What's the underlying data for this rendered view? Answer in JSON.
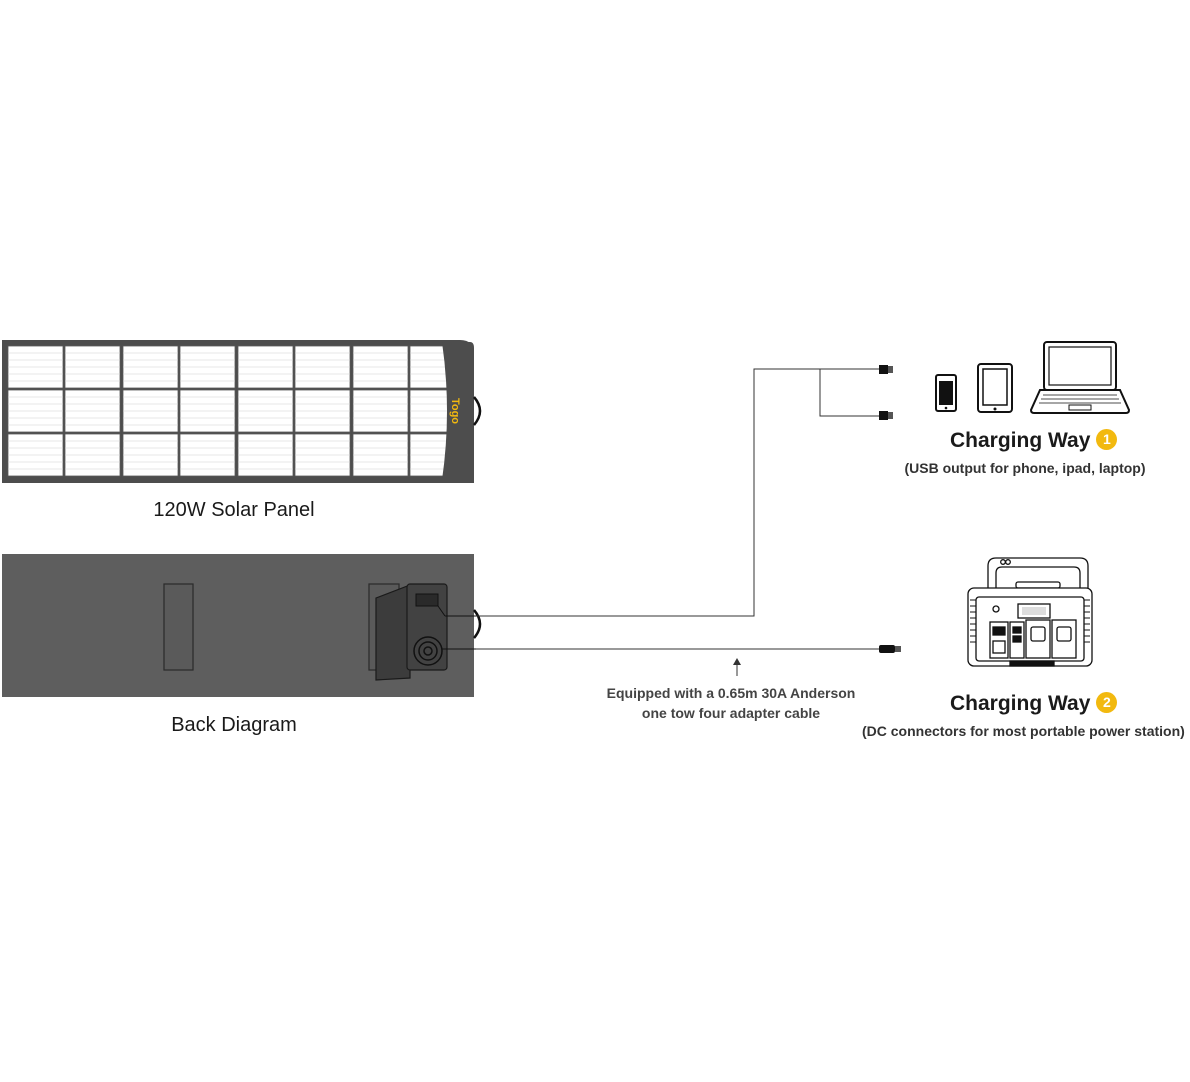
{
  "solar_panel": {
    "front_caption": "120W Solar Panel",
    "back_caption": "Back Diagram",
    "brand_logo": "Togo",
    "colors": {
      "frame": "#4d4d4d",
      "cell_border": "#5a5a5a",
      "back": "#5e5e5e"
    }
  },
  "cable_note": {
    "line1": "Equipped with a 0.65m 30A Anderson",
    "line2": "one tow four adapter cable"
  },
  "charging_way_1": {
    "title": "Charging Way",
    "number": "1",
    "subtitle": "(USB output for phone, ipad, laptop)",
    "devices": [
      "phone-icon",
      "tablet-icon",
      "laptop-icon"
    ]
  },
  "charging_way_2": {
    "title": "Charging Way",
    "number": "2",
    "subtitle": "(DC connectors for most portable power station)",
    "devices": [
      "power-station-icon"
    ]
  },
  "accent_color": "#f2b90f"
}
